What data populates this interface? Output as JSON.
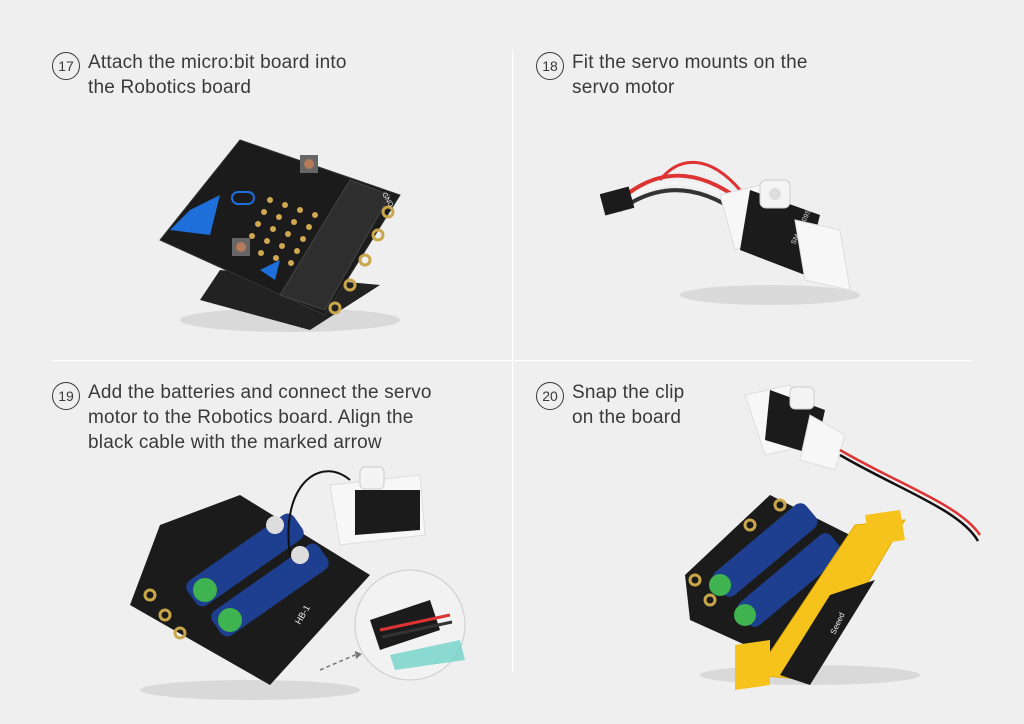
{
  "steps": [
    {
      "number": "17",
      "lines": [
        "Attach the micro:bit board into",
        "the Robotics board"
      ]
    },
    {
      "number": "18",
      "lines": [
        "Fit the servo mounts on the",
        "servo motor"
      ]
    },
    {
      "number": "19",
      "lines": [
        "Add the batteries and connect the servo",
        "motor to the Robotics board. Align the",
        "black cable with the marked arrow"
      ]
    },
    {
      "number": "20",
      "lines": [
        "Snap the clip",
        "on the board"
      ]
    }
  ],
  "labels": {
    "pcb_gnd": "GND",
    "servo_label": "SM-S2309S",
    "board_brand": "Seeed",
    "board_model": "HB-1"
  },
  "colors": {
    "background": "#efefef",
    "pcb": "#1b1b1b",
    "gold": "#c9a64a",
    "microbit_blue": "#1e6fd9",
    "battery_blue": "#1e3f8f",
    "battery_green": "#3fb34f",
    "clip_yellow": "#f6c31c",
    "mount_white": "#f7f7f7"
  }
}
